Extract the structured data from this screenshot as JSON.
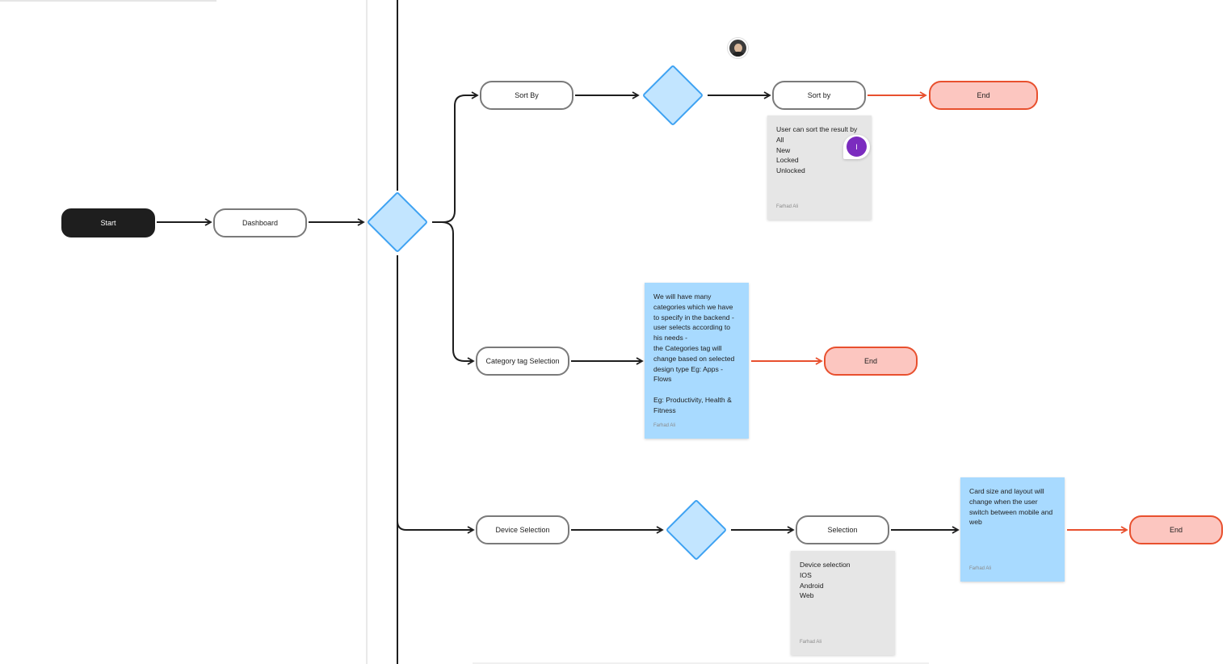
{
  "nodes": {
    "start": "Start",
    "dashboard": "Dashboard",
    "sort_by": "Sort By",
    "sort_by_result": "Sort by",
    "end_sort": "End",
    "category": "Category tag Selection",
    "end_category": "End",
    "device": "Device Selection",
    "selection": "Selection",
    "end_device": "End"
  },
  "stickies": {
    "sort_note": {
      "text": "User can sort the result by\nAll\nNew\nLocked\nUnlocked",
      "author": "Farhad Ali"
    },
    "category_note": {
      "text": "We will have many categories which we have to specify in the backend - user selects according to his needs -\nthe Categories tag will change based on selected design type Eg: Apps - Flows\n\nEg: Productivity, Health & Fitness",
      "author": "Farhad Ali"
    },
    "device_note": {
      "text": "Device selection\nIOS\nAndroid\nWeb",
      "author": "Farhad Ali"
    },
    "layout_note": {
      "text": "Card size and layout will change when the user switch between mobile and web",
      "author": "Farhad Ali"
    }
  },
  "collaborators": {
    "initial": "I"
  },
  "colors": {
    "decision_fill": "#c2e5ff",
    "decision_stroke": "#3ea2f2",
    "end_fill": "#fcc6c0",
    "end_stroke": "#e8502e",
    "connector": "#1e1e1e",
    "sticky_gray": "#e6e6e6",
    "sticky_blue": "#a8daff"
  }
}
